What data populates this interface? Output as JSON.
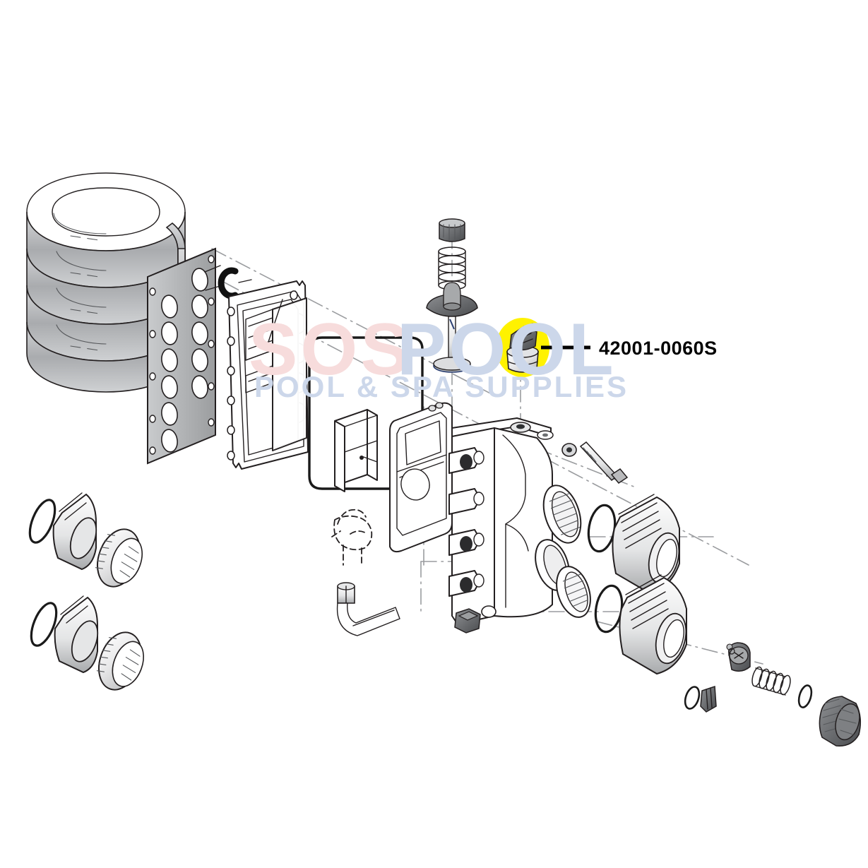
{
  "diagram": {
    "type": "exploded-parts-diagram",
    "subject": "Pool heater heat exchanger and header assembly",
    "background_color": "#ffffff",
    "line_color": "#231f20"
  },
  "callout": {
    "part_number": "42001-0060S",
    "highlight_color": "#fff200",
    "leader_line_color": "#000000",
    "highlighted_part_name": "pressure-switch-valve"
  },
  "watermark": {
    "brand_first": "SOS",
    "brand_second": "POOL",
    "tagline": "POOL & SPA SUPPLIES",
    "color_first": "#f7dcdc",
    "color_second": "#ccd7ea"
  },
  "parts": [
    {
      "name": "heat-exchanger-coil",
      "label": "Heat Exchanger Coil Bundle"
    },
    {
      "name": "tube-sheet-plate",
      "label": "Tube Sheet Header Plate"
    },
    {
      "name": "retaining-c-clip",
      "label": "Retaining C-Clip"
    },
    {
      "name": "header-gasket-plate",
      "label": "Header Gasket Plate"
    },
    {
      "name": "baffle-plate",
      "label": "Internal Baffle Plate"
    },
    {
      "name": "o-ring-loop-gasket",
      "label": "O-Ring Loop Gasket"
    },
    {
      "name": "u-bracket",
      "label": "U-Bracket"
    },
    {
      "name": "header-gasket-frame",
      "label": "Header Gasket Frame"
    },
    {
      "name": "relief-valve-cap",
      "label": "Relief Valve Cap"
    },
    {
      "name": "relief-valve-spring",
      "label": "Relief Valve Spring"
    },
    {
      "name": "relief-valve-diaphragm",
      "label": "Relief Valve Diaphragm"
    },
    {
      "name": "relief-valve-stem-disc",
      "label": "Relief Valve Stem and Disc"
    },
    {
      "name": "pressure-switch-valve",
      "label": "Pressure Switch Valve"
    },
    {
      "name": "header-manifold",
      "label": "Header Manifold Body"
    },
    {
      "name": "header-bolt",
      "label": "Header Bolt"
    },
    {
      "name": "header-washer",
      "label": "Header Washer"
    },
    {
      "name": "union-oring-upper",
      "label": "Union O-Ring"
    },
    {
      "name": "union-tailpiece-upper",
      "label": "Union Tailpiece"
    },
    {
      "name": "union-nut-upper",
      "label": "Union Nut"
    },
    {
      "name": "union-oring-lower",
      "label": "Union O-Ring"
    },
    {
      "name": "union-tailpiece-lower",
      "label": "Union Tailpiece"
    },
    {
      "name": "union-nut-lower",
      "label": "Union Nut"
    },
    {
      "name": "drain-fitting",
      "label": "Drain Fitting"
    },
    {
      "name": "elbow-pipe",
      "label": "Elbow Pipe"
    },
    {
      "name": "hex-plug",
      "label": "Hex Plug"
    },
    {
      "name": "adapter-nipple-upper",
      "label": "Threaded Adapter Nipple"
    },
    {
      "name": "adapter-nipple-lower",
      "label": "Threaded Adapter Nipple"
    },
    {
      "name": "manifold-oring-upper",
      "label": "Manifold O-Ring"
    },
    {
      "name": "manifold-oring-lower",
      "label": "Manifold O-Ring"
    },
    {
      "name": "bypass-poppet",
      "label": "Bypass Valve Poppet"
    },
    {
      "name": "bypass-spring",
      "label": "Bypass Valve Spring"
    },
    {
      "name": "bypass-oring",
      "label": "Bypass Valve O-Ring"
    },
    {
      "name": "bypass-cartridge",
      "label": "Bypass Valve Cartridge"
    },
    {
      "name": "bypass-wedge",
      "label": "Bypass Wedge"
    },
    {
      "name": "bypass-wedge-oring",
      "label": "Bypass Wedge O-Ring"
    }
  ]
}
